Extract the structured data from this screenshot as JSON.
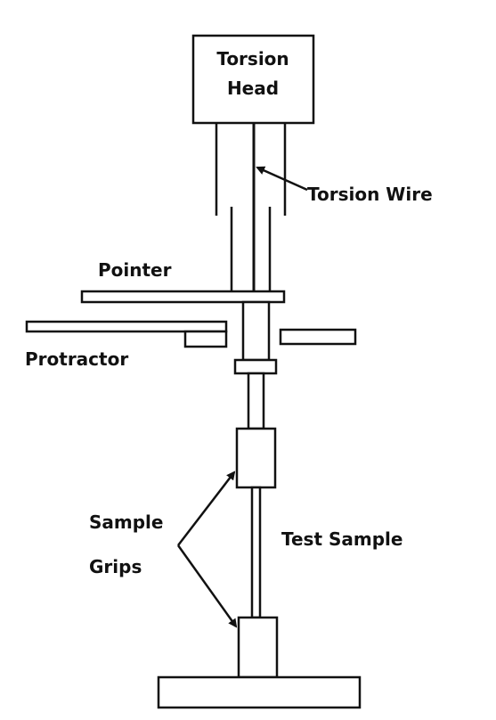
{
  "diagram": {
    "labels": {
      "torsion_head_line1": "Torsion",
      "torsion_head_line2": "Head",
      "torsion_wire": "Torsion Wire",
      "pointer": "Pointer",
      "protractor": "Protractor",
      "sample_grips_line1": "Sample",
      "sample_grips_line2": "Grips",
      "test_sample": "Test Sample"
    }
  }
}
